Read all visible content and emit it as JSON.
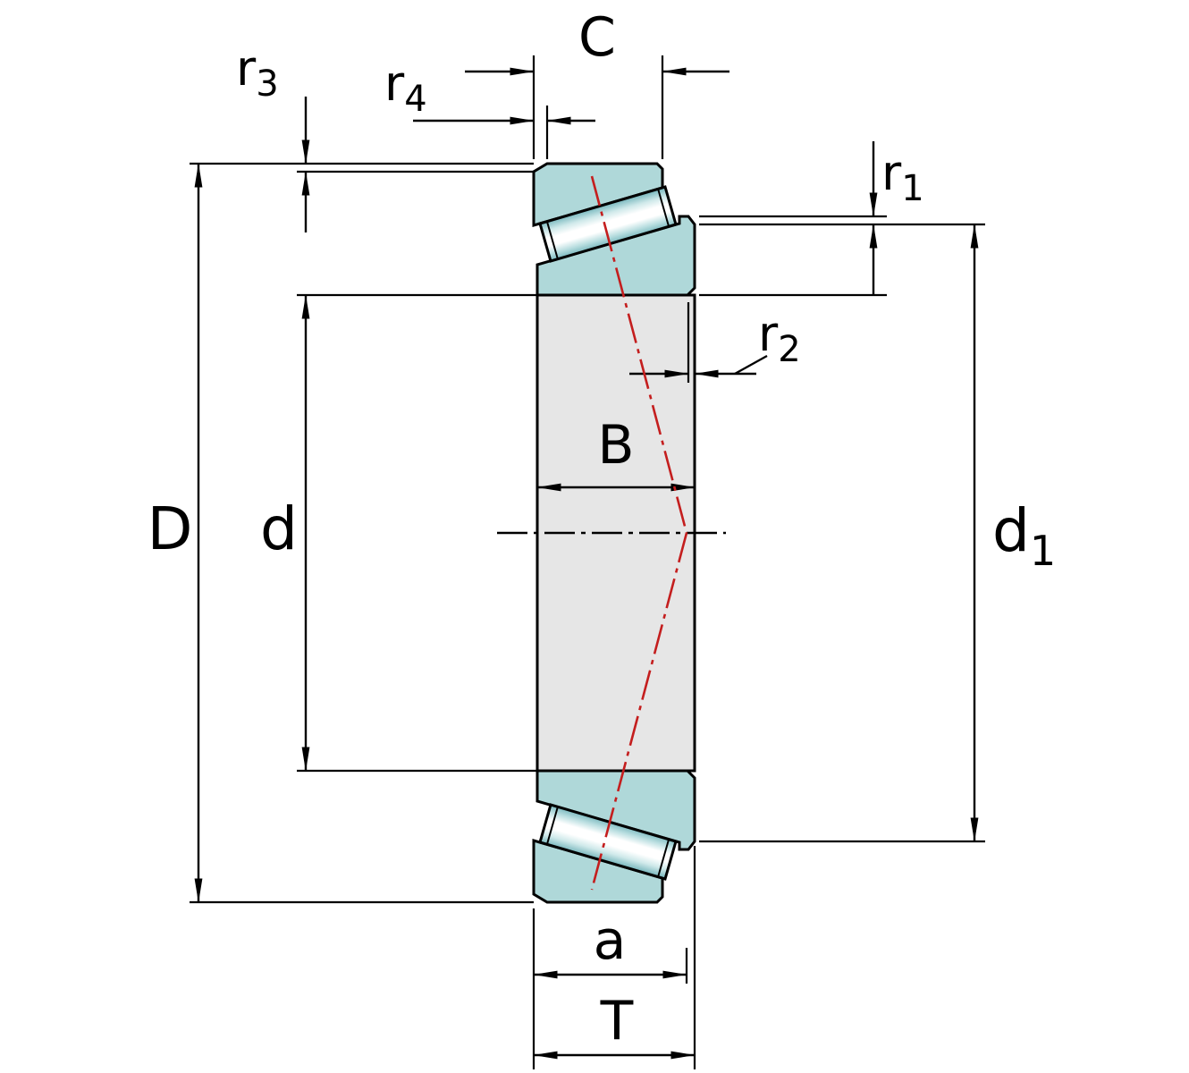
{
  "diagram": {
    "type": "tapered-roller-bearing-cross-section"
  },
  "labels": {
    "D": "D",
    "d": "d",
    "d1": {
      "base": "d",
      "sub": "1"
    },
    "B": "B",
    "C": "C",
    "T": "T",
    "a": "a",
    "r1": {
      "base": "r",
      "sub": "1"
    },
    "r2": {
      "base": "r",
      "sub": "2"
    },
    "r3": {
      "base": "r",
      "sub": "3"
    },
    "r4": {
      "base": "r",
      "sub": "4"
    }
  },
  "colors": {
    "background": "#ffffff",
    "ring_fill": "#afd8d9",
    "roller_edge": "#79b8be",
    "roller_mid": "#ffffff",
    "bore_fill": "#e6e6e6",
    "outline": "#000000",
    "dimension_lines": "#000000",
    "pressure_line_red": "#c41e1e"
  }
}
